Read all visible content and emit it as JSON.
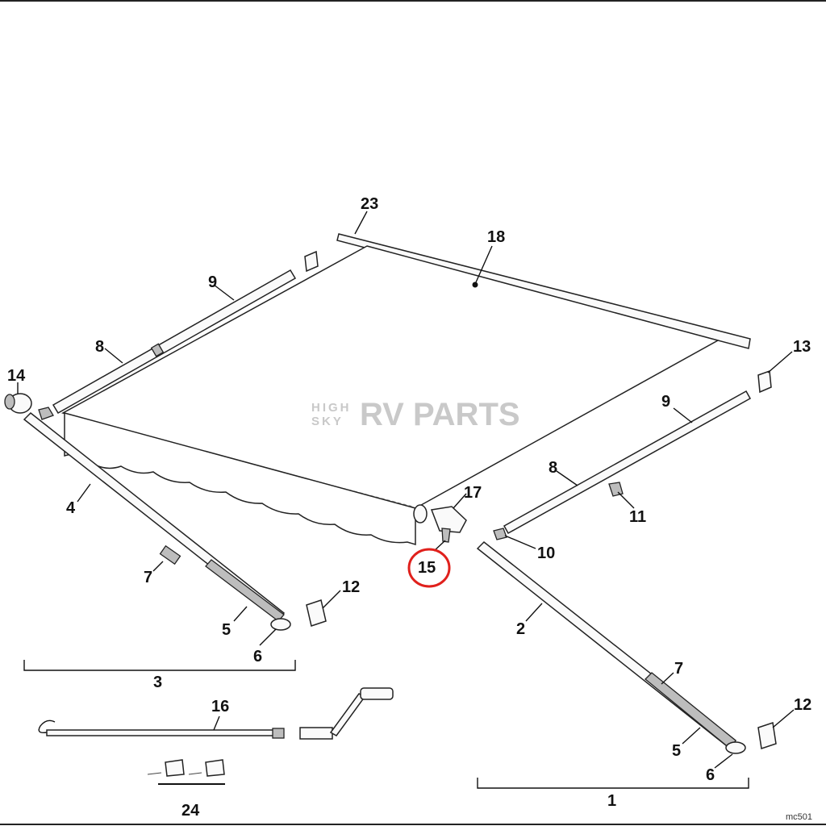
{
  "callouts": {
    "c23": "23",
    "c18": "18",
    "c9_left": "9",
    "c8_left": "8",
    "c14": "14",
    "c4": "4",
    "c7_left": "7",
    "c5_left": "5",
    "c6_left": "6",
    "c3": "3",
    "c12_mid": "12",
    "c17": "17",
    "c15": "15",
    "c13": "13",
    "c9_right": "9",
    "c8_right": "8",
    "c11": "11",
    "c10": "10",
    "c2": "2",
    "c7_right": "7",
    "c12_right": "12",
    "c5_right": "5",
    "c6_right": "6",
    "c1": "1",
    "c16": "16",
    "c24": "24"
  },
  "watermark": {
    "line1": "HIGH",
    "line2": "SKY",
    "brand": "RV PARTS"
  },
  "drawing_ref": "mc501",
  "highlight": {
    "callout": "15",
    "color": "#e0201c"
  }
}
